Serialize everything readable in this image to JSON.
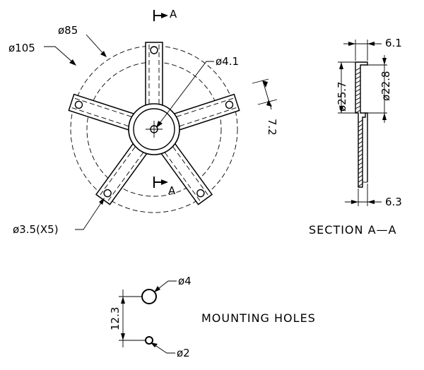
{
  "front_view": {
    "dim_outer": "ø105",
    "dim_pitch": "ø85",
    "dim_center_hole": "ø4.1",
    "dim_arm_width": "7.2",
    "dim_arm_holes": "ø3.5(X5)",
    "section_marker": "A"
  },
  "section_view": {
    "dim_top": "6.1",
    "dim_outer_dia": "ø25.7",
    "dim_inner_dia": "ø22.8",
    "dim_bottom": "6.3",
    "caption": "SECTION  A—A"
  },
  "mounting": {
    "dim_large_hole": "ø4",
    "dim_small_hole": "ø2",
    "dim_spacing": "12.3",
    "caption": "MOUNTING  HOLES"
  }
}
